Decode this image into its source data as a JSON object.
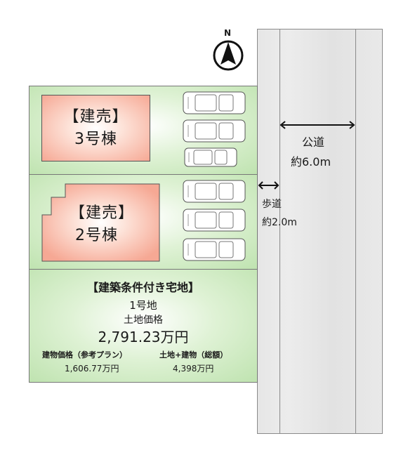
{
  "compass": {
    "label": "N"
  },
  "lot3": {
    "title": "【建売】",
    "name": "3号棟"
  },
  "lot2": {
    "title": "【建売】",
    "name": "2号棟"
  },
  "lot1": {
    "title": "【建築条件付き宅地】",
    "name": "1号地",
    "land_price_label": "土地価格",
    "land_price": "2,791.23万円",
    "building_price_label": "建物価格（参考プラン）",
    "building_price": "1,606.77万円",
    "total_label": "土地+建物（総額）",
    "total": "4,398万円"
  },
  "road": {
    "label": "公道",
    "width": "約6.0m"
  },
  "sidewalk": {
    "label": "歩道",
    "width": "約2.0m"
  }
}
